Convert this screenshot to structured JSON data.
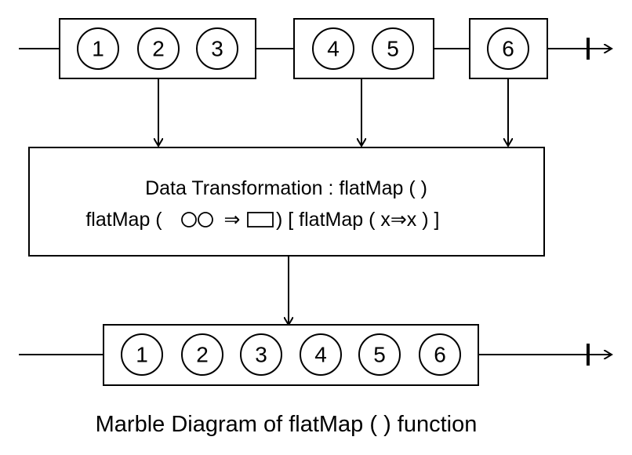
{
  "input_groups": [
    {
      "marbles": [
        "1",
        "2",
        "3"
      ]
    },
    {
      "marbles": [
        "4",
        "5"
      ]
    },
    {
      "marbles": [
        "6"
      ]
    }
  ],
  "operator": {
    "line1": "Data Transformation : flatMap ( )",
    "line2_start": "flatMap (",
    "line2_arrow": "⇒",
    "line2_end": ") [ flatMap ( x⇒x ) ]"
  },
  "output": {
    "marbles": [
      "1",
      "2",
      "3",
      "4",
      "5",
      "6"
    ]
  },
  "caption": "Marble Diagram of flatMap ( ) function"
}
